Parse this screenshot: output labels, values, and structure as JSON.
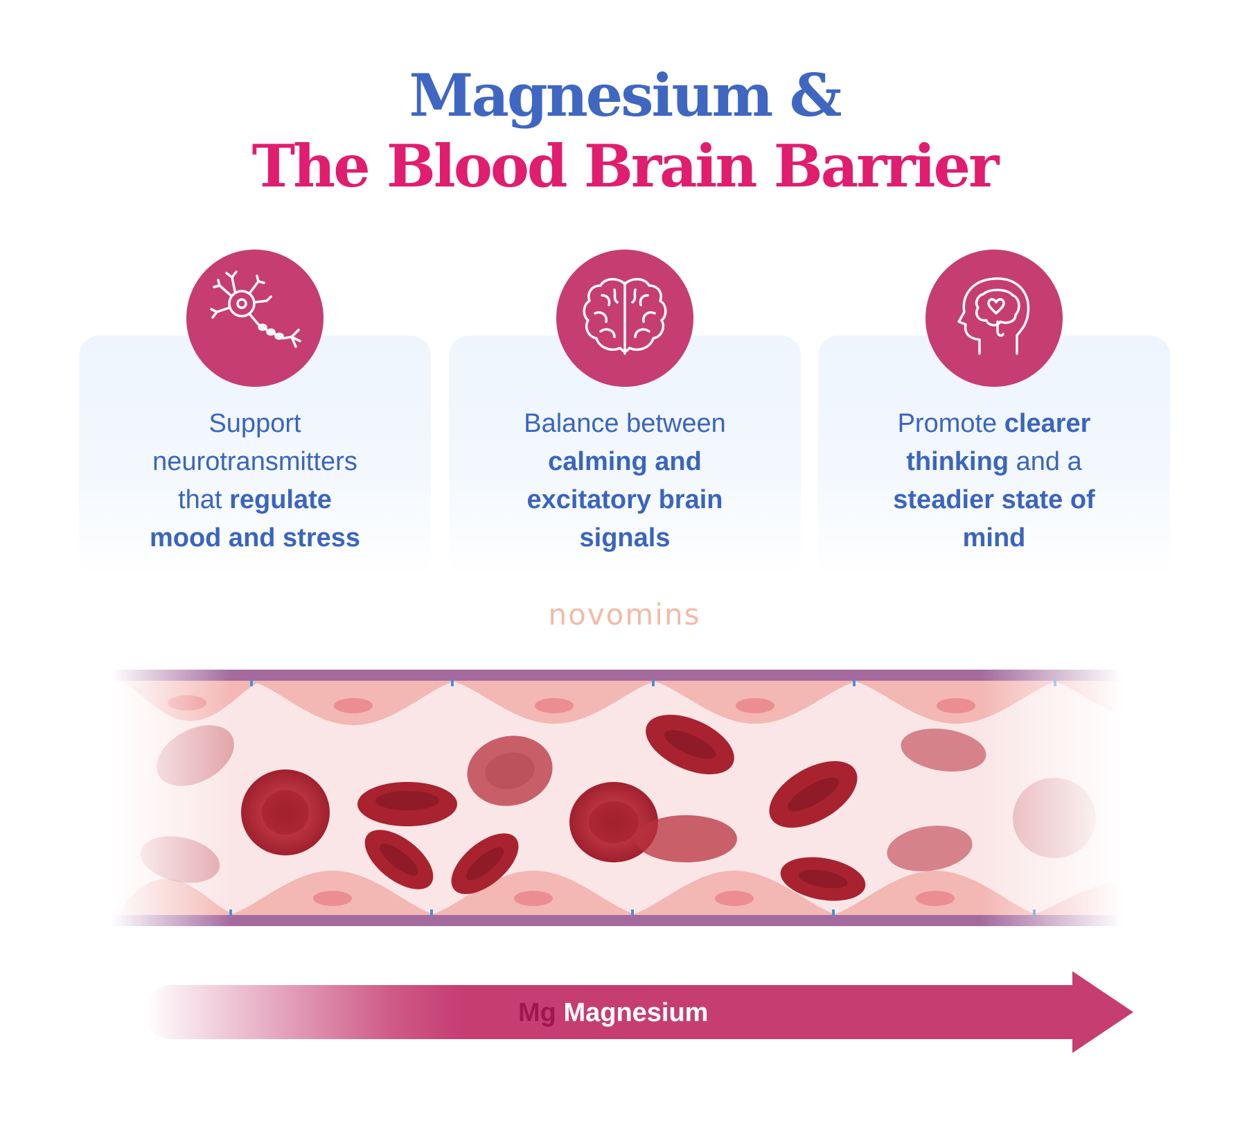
{
  "title": {
    "line1": "Magnesium &",
    "line2": "The Blood Brain Barrier"
  },
  "cards": [
    {
      "icon": "neuron-icon",
      "text_html": "Support<br>neurotransmitters<br>that <b>regulate</b><br><b>mood and stress</b>",
      "text_parts": [
        "Support",
        "neurotransmitters",
        "that",
        "regulate",
        "mood and stress"
      ]
    },
    {
      "icon": "brain-icon",
      "text_html": "Balance between<br><b>calming and</b><br><b>excitatory brain</b><br><b>signals</b>",
      "text_parts": [
        "Balance between",
        "calming and",
        "excitatory brain",
        "signals"
      ]
    },
    {
      "icon": "head-heart-icon",
      "text_html": "Promote <b>clearer</b><br><b>thinking</b> and a<br><b>steadier state of</b><br><b>mind</b>",
      "text_parts": [
        "Promote",
        "clearer",
        "thinking",
        "and a",
        "steadier state of",
        "mind"
      ]
    }
  ],
  "brand": "novomins",
  "arrow": {
    "symbol": "Mg",
    "name": "Magnesium"
  },
  "colors": {
    "title_blue": "#3f67c2",
    "title_pink": "#e01d6e",
    "icon_circle": "#c63d72",
    "card_text": "#3a64c0",
    "brand": "#f4b9a7",
    "arrow": "#c63d72",
    "vessel_wall": "#9a5a93",
    "blood_cell": "#a8232f"
  }
}
